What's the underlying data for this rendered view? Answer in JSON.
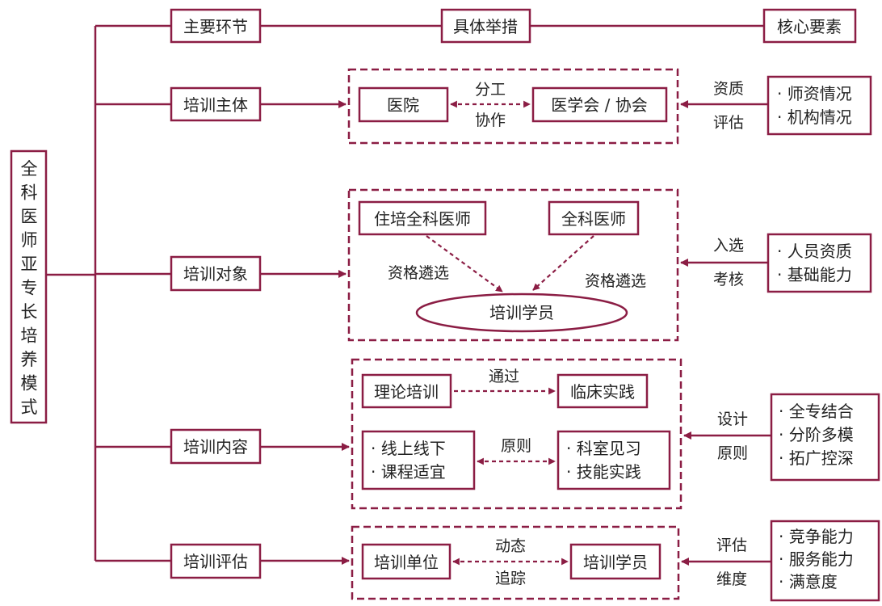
{
  "colors": {
    "accent": "#8b1d44",
    "text": "#222222",
    "background": "#ffffff"
  },
  "root_label": "全科医师亚专长培养模式",
  "header": {
    "col1": "主要环节",
    "col2": "具体举措",
    "col3": "核心要素"
  },
  "rows": [
    {
      "stage": "培训主体",
      "nodes": [
        "医院",
        "医学会 / 协会"
      ],
      "link_labels": [
        "分工",
        "协作"
      ],
      "side_labels": [
        "资质",
        "评估"
      ],
      "elements": [
        "· 师资情况",
        "· 机构情况"
      ]
    },
    {
      "stage": "培训对象",
      "nodes": [
        "住培全科医师",
        "全科医师",
        "培训学员"
      ],
      "link_labels": [
        "资格遴选",
        "资格遴选"
      ],
      "side_labels": [
        "入选",
        "考核"
      ],
      "elements": [
        "· 人员资质",
        "· 基础能力"
      ]
    },
    {
      "stage": "培训内容",
      "nodes": [
        "理论培训",
        "临床实践"
      ],
      "link_labels": [
        "通过",
        "原则"
      ],
      "left_list": [
        "· 线上线下",
        "· 课程适宜"
      ],
      "right_list": [
        "· 科室见习",
        "· 技能实践"
      ],
      "side_labels": [
        "设计",
        "原则"
      ],
      "elements": [
        "· 全专结合",
        "· 分阶多模",
        "· 拓广控深"
      ]
    },
    {
      "stage": "培训评估",
      "nodes": [
        "培训单位",
        "培训学员"
      ],
      "link_labels": [
        "动态",
        "追踪"
      ],
      "side_labels": [
        "评估",
        "维度"
      ],
      "elements": [
        "· 竞争能力",
        "· 服务能力",
        "· 满意度"
      ]
    }
  ]
}
